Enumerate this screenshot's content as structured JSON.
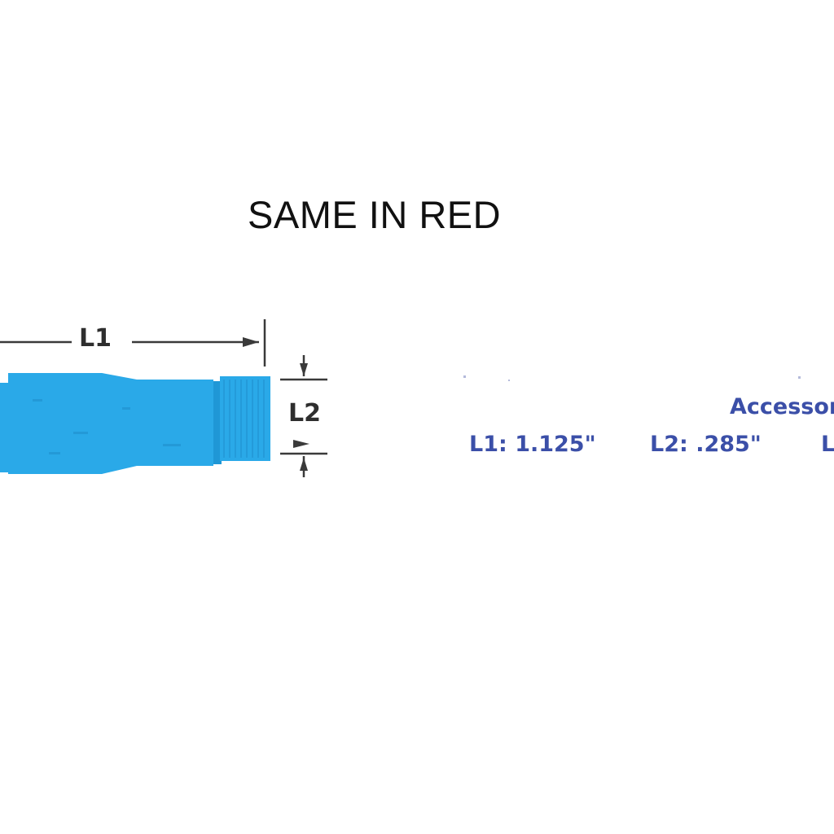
{
  "heading": "SAME IN RED",
  "diagram": {
    "l1_label": "L1",
    "l2_label": "L2",
    "part_color": "#2aa9e8"
  },
  "specs": {
    "title": "Accessor",
    "l1": "L1: 1.125\"",
    "l2": "L2: .285\"",
    "l3_partial": "L"
  }
}
